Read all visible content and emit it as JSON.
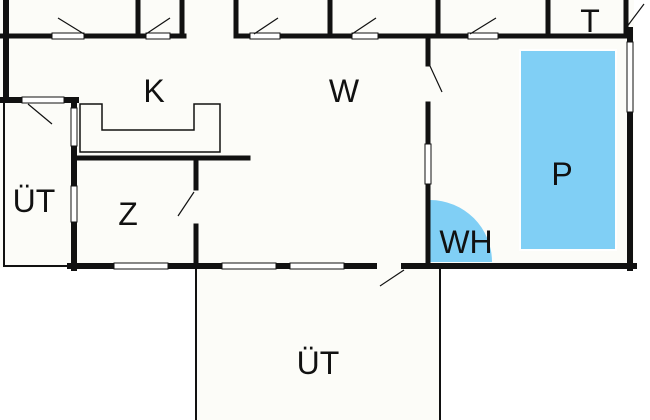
{
  "floorplan": {
    "colors": {
      "wall": "#111111",
      "floor": "#fcfcf8",
      "pool": "#80cff5",
      "door_swing": "#80cff5",
      "window_fill": "#ffffff"
    },
    "rooms": [
      {
        "id": "kitchen",
        "label": "K"
      },
      {
        "id": "living",
        "label": "W"
      },
      {
        "id": "bedroom",
        "label": "Z"
      },
      {
        "id": "terrace-left",
        "label": "ÜT"
      },
      {
        "id": "terrace-bottom",
        "label": "ÜT"
      },
      {
        "id": "pool",
        "label": "P"
      },
      {
        "id": "wellness",
        "label": "WH"
      },
      {
        "id": "top-right-room",
        "label": "T"
      }
    ]
  }
}
